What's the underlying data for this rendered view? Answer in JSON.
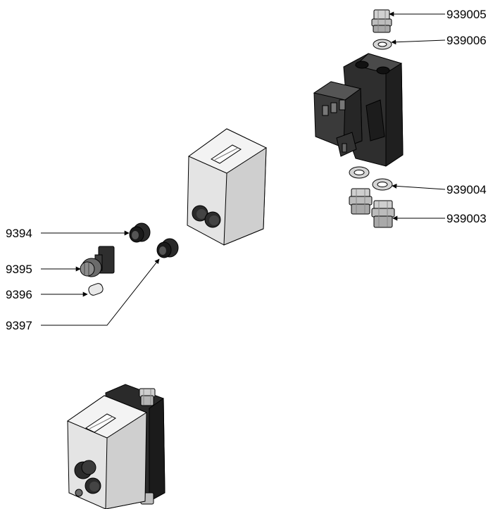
{
  "diagram": {
    "callouts": [
      {
        "id": "939005",
        "label": "939005"
      },
      {
        "id": "939006",
        "label": "939006"
      },
      {
        "id": "939004",
        "label": "939004"
      },
      {
        "id": "939003",
        "label": "939003"
      },
      {
        "id": "9394",
        "label": "9394"
      },
      {
        "id": "9395",
        "label": "9395"
      },
      {
        "id": "9396",
        "label": "9396"
      },
      {
        "id": "9397",
        "label": "9397"
      }
    ],
    "colors": {
      "housing_light": "#e6e6e6",
      "housing_shade": "#c4c4c4",
      "dark_body": "#2a2a2a",
      "metal": "#b8b8b8",
      "line": "#000000"
    }
  }
}
